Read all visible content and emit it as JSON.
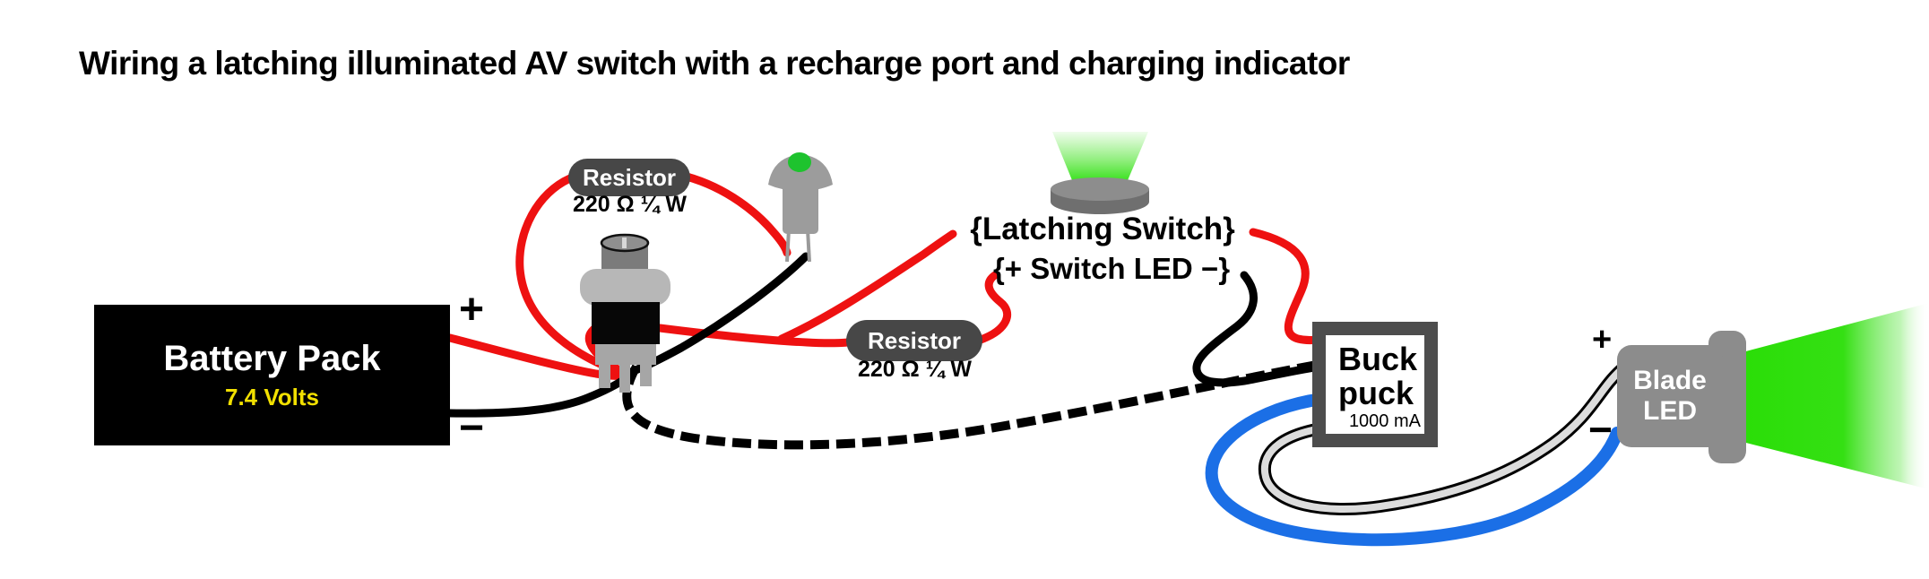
{
  "title": "Wiring a latching illuminated AV switch with a recharge port and charging indicator",
  "battery": {
    "name": "Battery Pack",
    "voltage": "7.4 Volts",
    "positive": "+",
    "negative": "−"
  },
  "charging_indicator_resistor": {
    "label": "Resistor",
    "value": "220 Ω ¼ W"
  },
  "switch_led_resistor": {
    "label": "Resistor",
    "value": "220 Ω ¼ W"
  },
  "latching_switch": {
    "label": "{Latching Switch}",
    "led_terminals": "{+ Switch LED −}"
  },
  "buck_puck": {
    "name_line1": "Buck",
    "name_line2": "puck",
    "rating": "1000 mA"
  },
  "blade_led": {
    "name_line1": "Blade",
    "name_line2": "LED",
    "positive": "+",
    "negative": "−"
  },
  "colors": {
    "positive_wire": "#ee1111",
    "negative_wire": "#000000",
    "led_negative_wire": "#1b6fe6",
    "led_positive_wire": "#dcdcdc",
    "voltage_text": "#f2e000",
    "glow_green": "#2bdf10"
  }
}
